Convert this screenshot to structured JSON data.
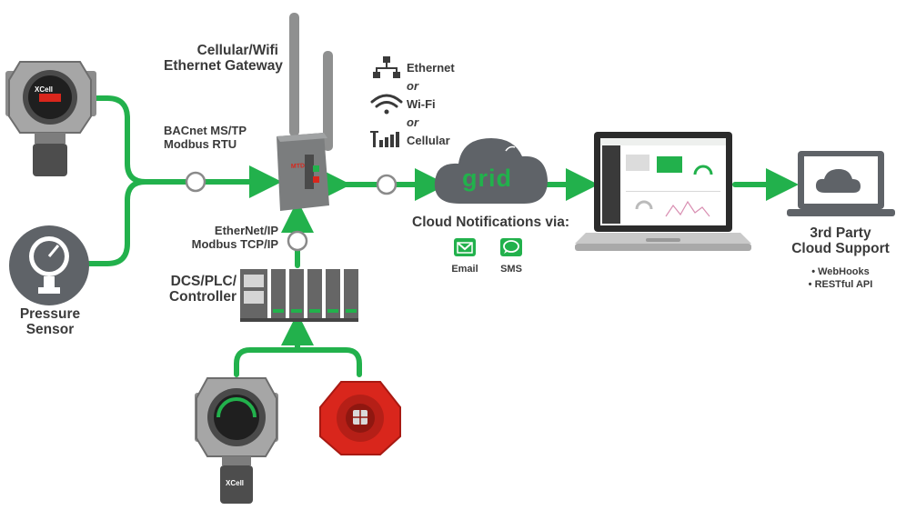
{
  "colors": {
    "green": "#22b14c",
    "dark": "#3a3a3a",
    "red": "#d9261c",
    "device": "#5f6368"
  },
  "icons": [
    "gas-detector-icon",
    "pressure-gauge-icon",
    "gateway-icon",
    "antenna-icon",
    "network-icon",
    "wifi-icon",
    "cellular-icon",
    "cloud-icon",
    "laptop-icon",
    "cloud-laptop-icon",
    "email-icon",
    "sms-icon",
    "plc-icon",
    "flame-detector-icon"
  ],
  "gateway": {
    "line1": "Cellular/Wifi",
    "line2": "Ethernet Gateway"
  },
  "protocols": {
    "serial_1": "BACnet MS/TP",
    "serial_2": "Modbus RTU",
    "ip_1": "EtherNet/IP",
    "ip_2": "Modbus TCP/IP"
  },
  "connectivity": {
    "ethernet": "Ethernet",
    "or_1": "or",
    "wifi": "Wi-Fi",
    "or_2": "or",
    "cellular": "Cellular"
  },
  "cloud": {
    "logo": "grid",
    "notifications": "Cloud Notifications via:",
    "email": "Email",
    "sms": "SMS"
  },
  "pressure": {
    "line1": "Pressure",
    "line2": "Sensor"
  },
  "controller": {
    "line1": "DCS/PLC/",
    "line2": "Controller"
  },
  "third_party": {
    "line1": "3rd Party",
    "line2": "Cloud Support",
    "item1": "• WebHooks",
    "item2": "• RESTful API"
  },
  "detector_label": "XCell"
}
